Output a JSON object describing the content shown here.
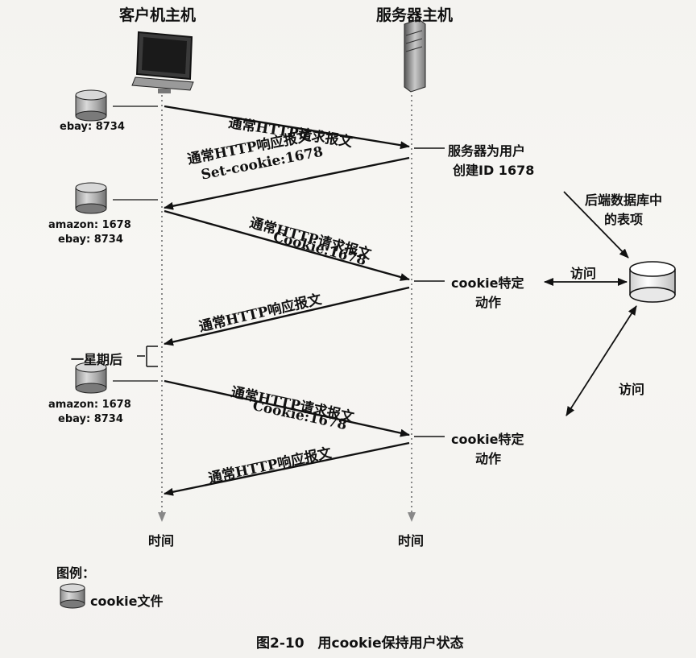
{
  "hosts": {
    "client": "客户机主机",
    "server": "服务器主机"
  },
  "cookie_files": {
    "first": [
      "ebay: 8734"
    ],
    "second": [
      "amazon: 1678",
      "ebay: 8734"
    ],
    "third": [
      "amazon: 1678",
      "ebay: 8734"
    ]
  },
  "messages": {
    "req1": "通常HTTP请求报文",
    "resp1_line1": "通常HTTP响应报文",
    "resp1_line2": "Set-cookie:1678",
    "req2_line1": "通常HTTP请求报文",
    "req2_line2": "Cookie:1678",
    "resp2": "通常HTTP响应报文",
    "req3_line1": "通常HTTP请求报文",
    "req3_line2": "Cookie:1678",
    "resp3": "通常HTTP响应报文"
  },
  "server_notes": {
    "create_line1": "服务器为用户",
    "create_line2": "创建ID 1678",
    "action1_line1": "cookie特定",
    "action1_line2": "动作",
    "action2_line1": "cookie特定",
    "action2_line2": "动作"
  },
  "database": {
    "label_line1": "后端数据库中",
    "label_line2": "的表项",
    "access1": "访问",
    "access2": "访问"
  },
  "timeline": {
    "one_week_later": "一星期后",
    "client_time": "时间",
    "server_time": "时间"
  },
  "legend": {
    "title": "图例：",
    "cookie_file": "cookie文件"
  },
  "caption": "图2-10　用cookie保持用户状态"
}
